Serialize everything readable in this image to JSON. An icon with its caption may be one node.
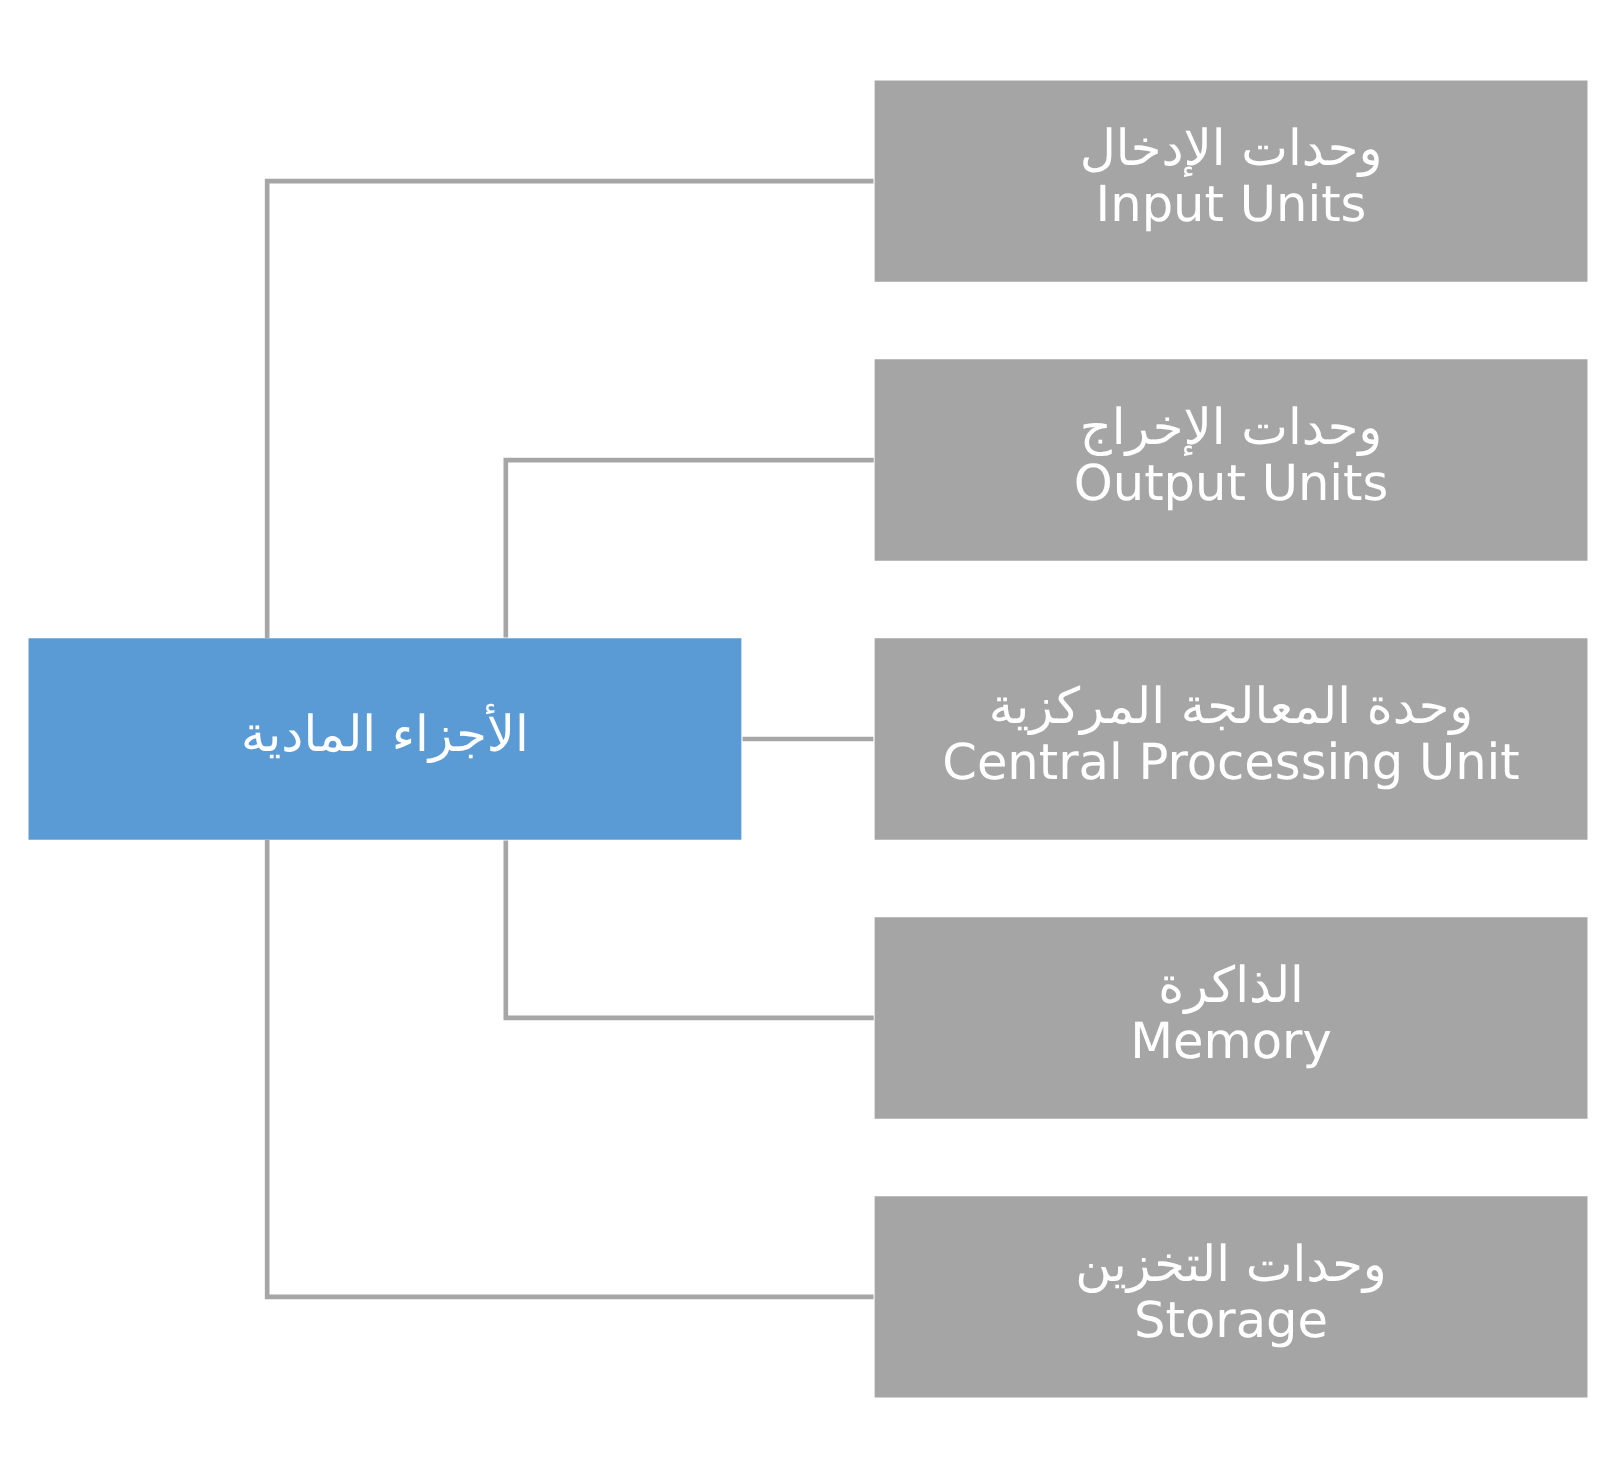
{
  "diagram": {
    "nodes": [
      {
        "text": [
          "الأجزاء المادية"
        ]
      },
      {
        "text": [
          "وحدات الإدخال",
          "Input Units"
        ]
      },
      {
        "text": [
          "وحدات الإخراج",
          "Output Units"
        ]
      },
      {
        "text": [
          "وحدة المعالجة المركزية",
          "Central Processing Unit"
        ]
      },
      {
        "text": [
          "الذاكرة",
          "Memory"
        ]
      },
      {
        "text": [
          "وحدات التخزين",
          "Storage"
        ]
      }
    ],
    "edges": [
      {
        "from": 0,
        "to": 1,
        "arrow": "none"
      },
      {
        "from": 0,
        "to": 2,
        "arrow": "none"
      },
      {
        "from": 0,
        "to": 3,
        "arrow": "none"
      },
      {
        "from": 0,
        "to": 4,
        "arrow": "none"
      },
      {
        "from": 0,
        "to": 5,
        "arrow": "none"
      }
    ]
  }
}
